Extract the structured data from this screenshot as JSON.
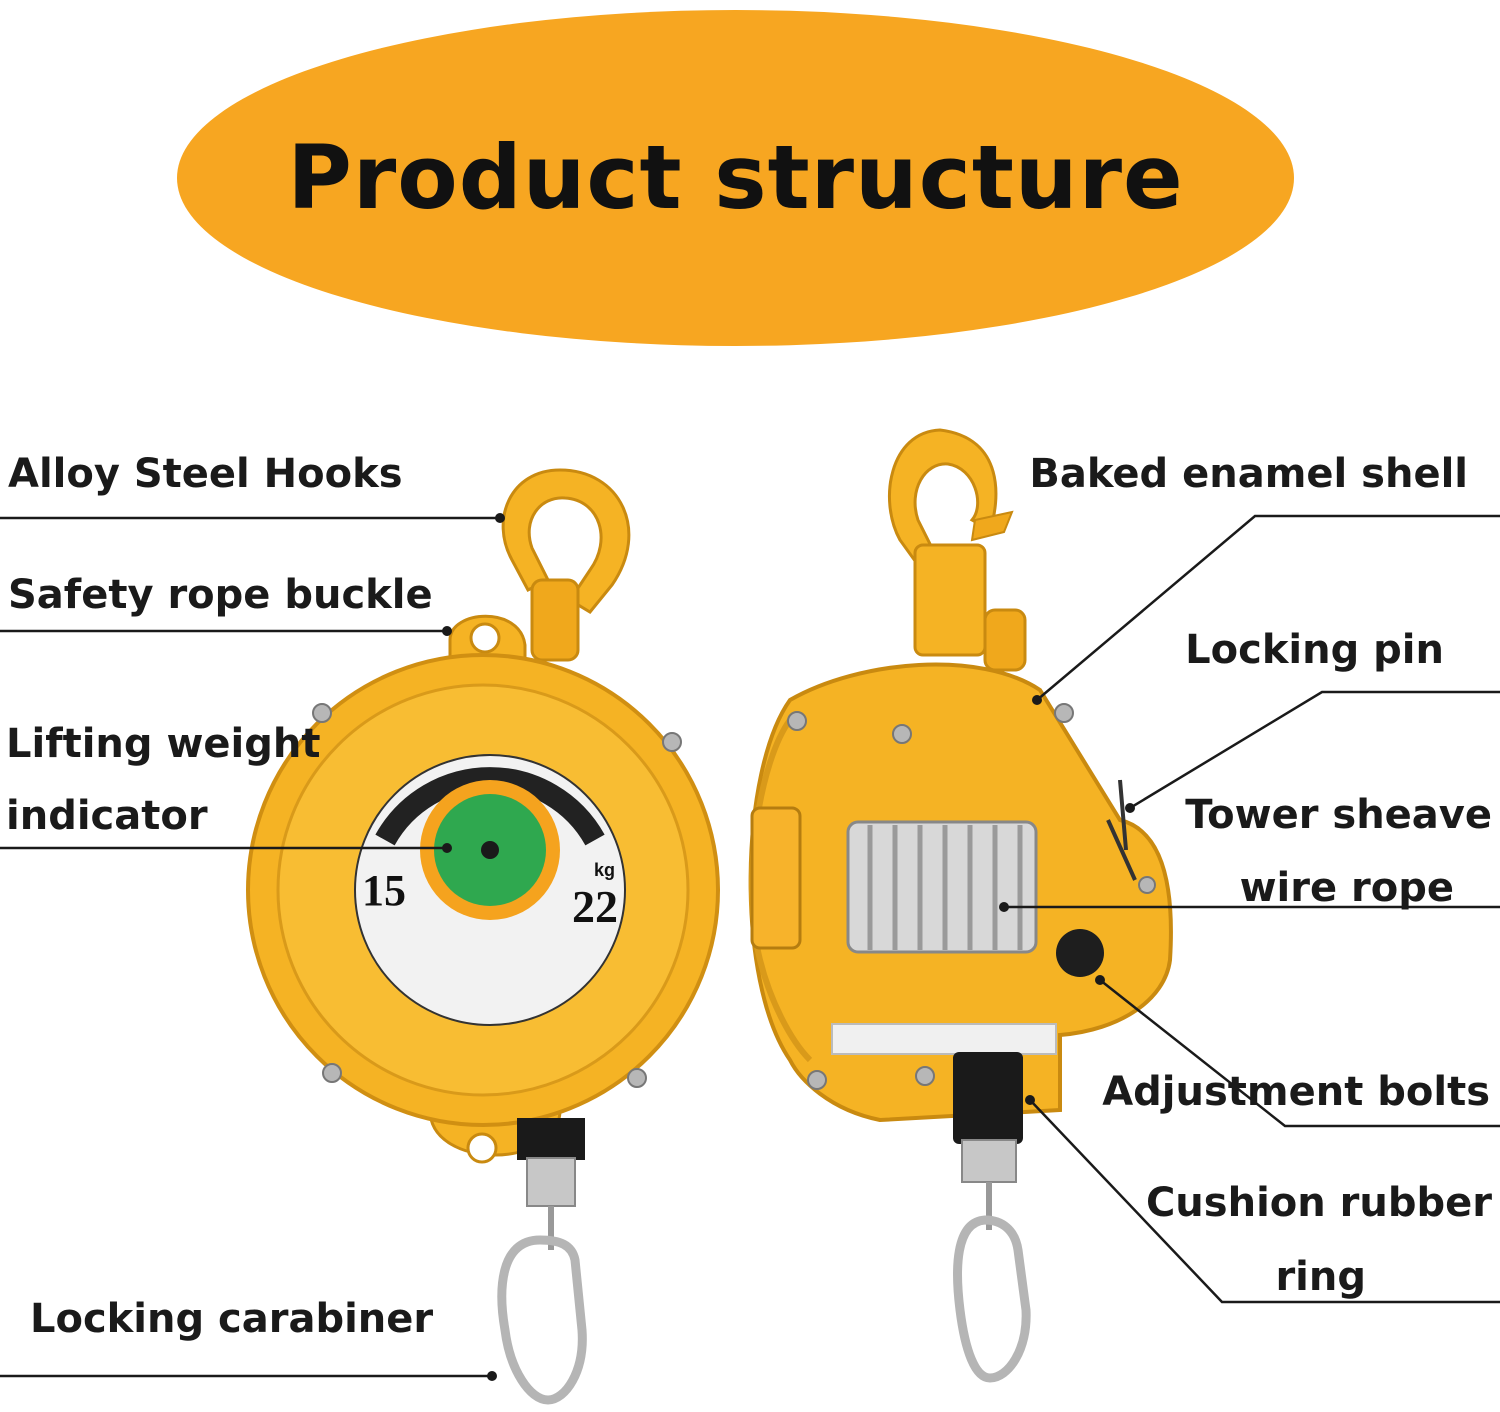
{
  "title": "Product structure",
  "left_labels": {
    "alloy_steel_hooks": "Alloy Steel Hooks",
    "safety_rope_buckle": "Safety rope buckle",
    "lifting_weight_line1": "Lifting weight",
    "lifting_weight_line2": "indicator",
    "locking_carabiner": "Locking carabiner"
  },
  "right_labels": {
    "baked_enamel_shell": "Baked enamel shell",
    "locking_pin": "Locking pin",
    "tower_sheave_line1": "Tower sheave",
    "tower_sheave_line2": "wire rope",
    "adjustment_bolts": "Adjustment bolts",
    "cushion_rubber_line1": "Cushion rubber",
    "cushion_rubber_line2": "ring"
  },
  "dial": {
    "min_value": "15",
    "max_value": "22",
    "unit": "kg"
  },
  "colors": {
    "accent_orange": "#f7a621",
    "body_yellow": "#f5b324",
    "indicator_green": "#2fa84f",
    "dial_white": "#f2f2f2",
    "leader_line": "#1a1a1a"
  }
}
